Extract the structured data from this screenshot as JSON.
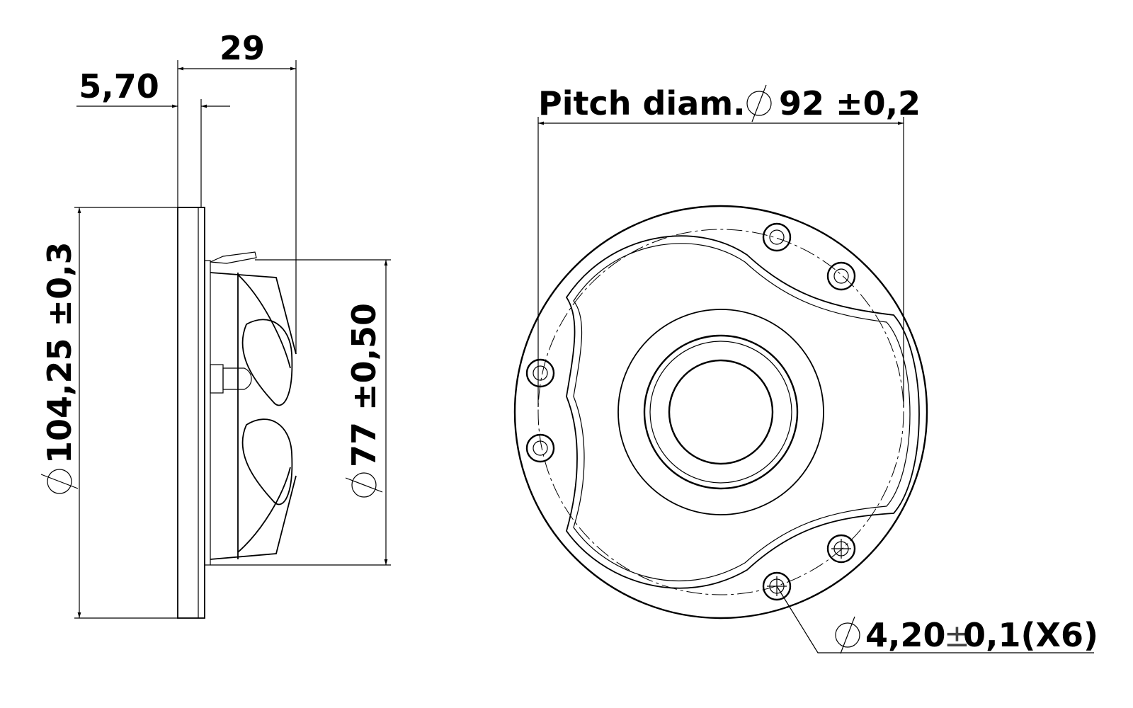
{
  "side_view": {
    "depth_label": "29",
    "flange_label": "5,70",
    "outer_diameter_label": "104,25 ±0,3",
    "body_diameter_label": "77 ±0,50"
  },
  "front_view": {
    "pitch_prefix": "Pitch diam.",
    "pitch_value": "92 ±0,2",
    "hole_value": "4,20",
    "hole_tol_sign": "±",
    "hole_tol": "0,1(X6)"
  },
  "symbols": {
    "diameter": "diameter-symbol"
  }
}
